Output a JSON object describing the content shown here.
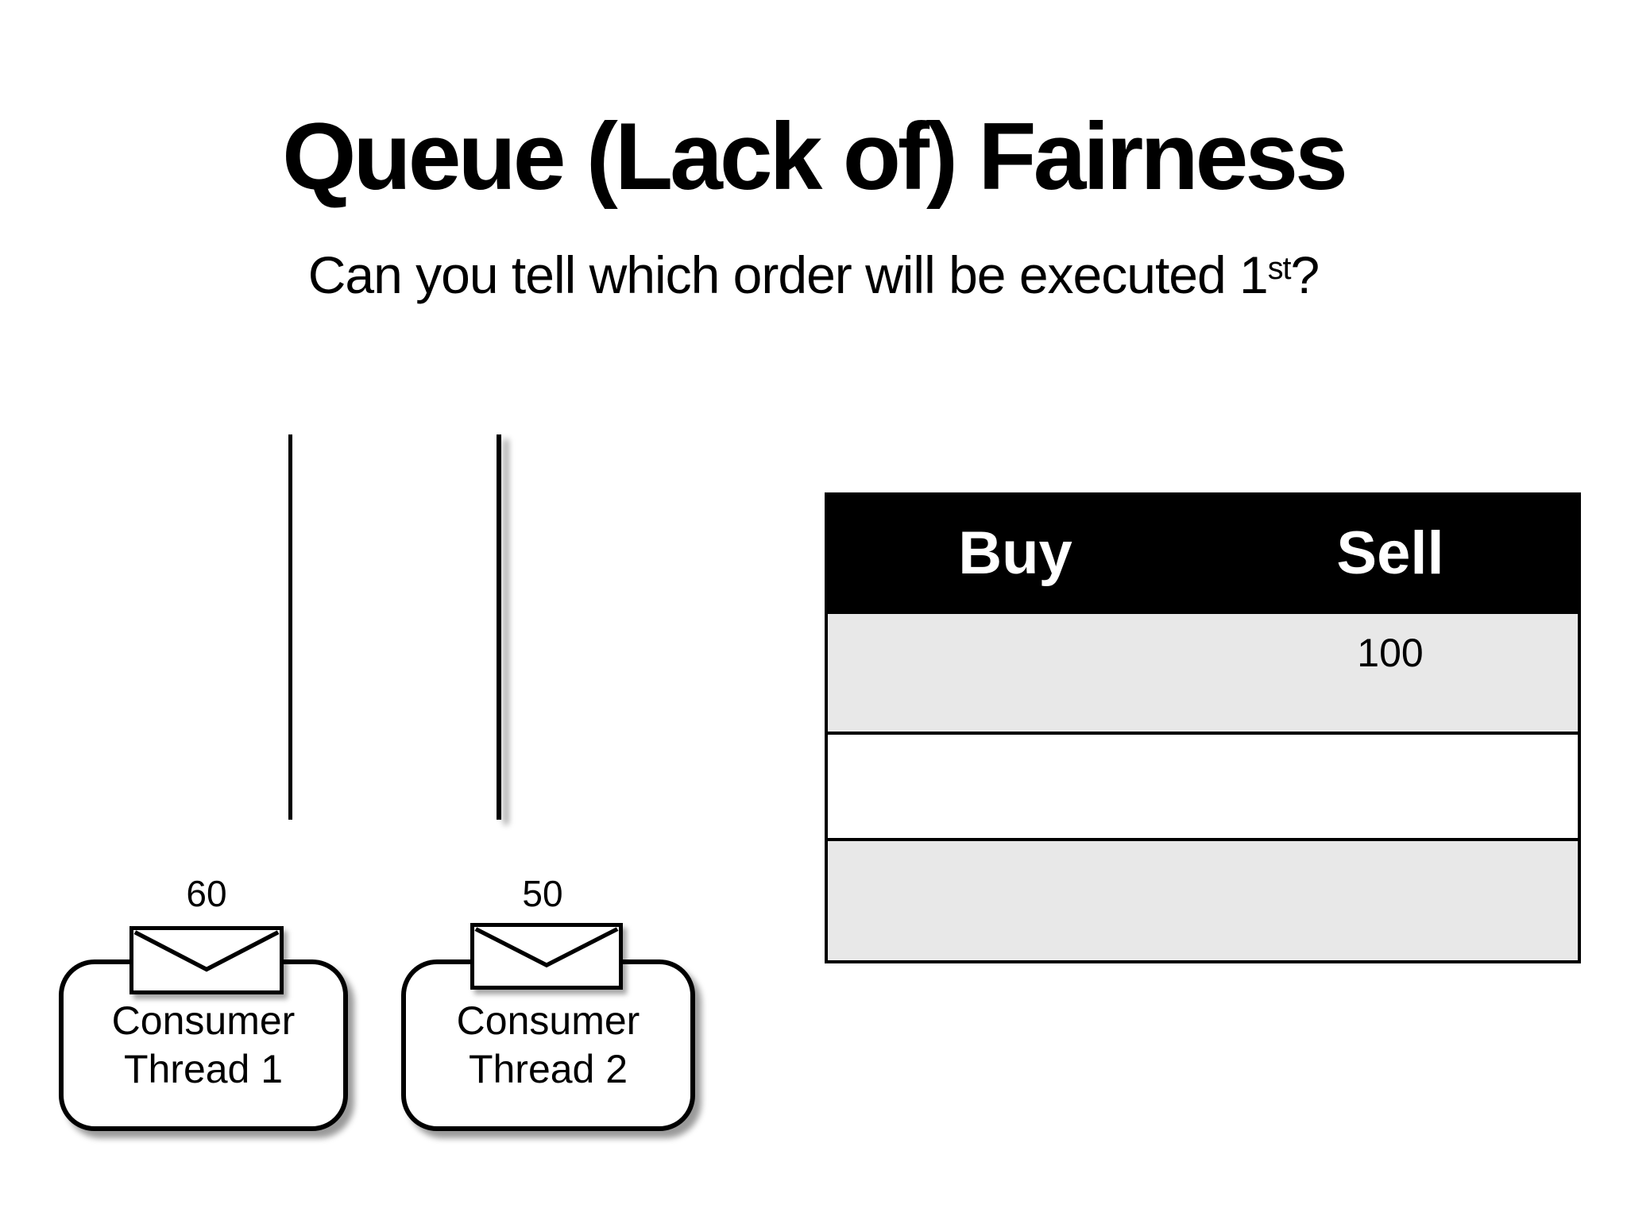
{
  "slide": {
    "title": "Queue (Lack of) Fairness",
    "subtitle": {
      "prefix": "Can you tell which order will be executed 1",
      "superscript": "st",
      "suffix": "?"
    }
  },
  "order_table": {
    "columns": [
      "Buy",
      "Sell"
    ],
    "rows": [
      {
        "buy": "",
        "sell": "100"
      },
      {
        "buy": "",
        "sell": ""
      },
      {
        "buy": "",
        "sell": ""
      }
    ]
  },
  "threads": [
    {
      "queue_value": "60",
      "icon": "envelope-icon",
      "name_lines": [
        "Consumer",
        "Thread 1"
      ]
    },
    {
      "queue_value": "50",
      "icon": "envelope-icon",
      "name_lines": [
        "Consumer",
        "Thread 2"
      ]
    }
  ],
  "colors": {
    "background": "#ffffff",
    "text": "#000000",
    "table_header_bg": "#000000",
    "table_header_text": "#ffffff",
    "table_row_alt_bg": "#e8e8e8",
    "queue_line": "#000000"
  }
}
